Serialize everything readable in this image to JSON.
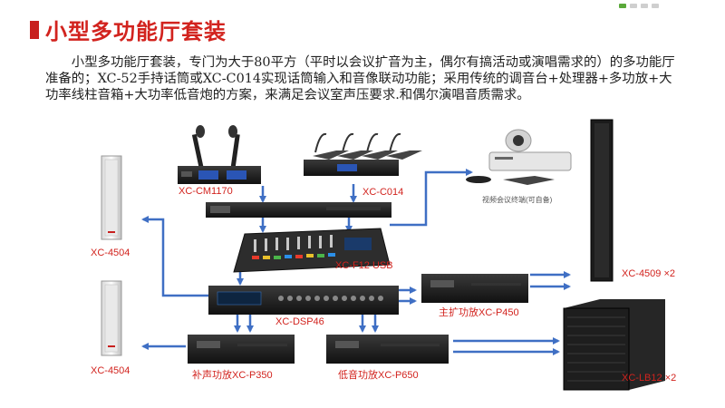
{
  "header": {
    "title": "小型多功能厅套装",
    "description": "小型多功能厅套装，专门为大于80平方（平时以会议扩音为主，偶尔有搞活动或演唱需求的）的多功能厅准备的；XC-52手持话筒或XC-C014实现话筒输入和音像联动功能；采用传统的调音台+处理器+多功放+大功率线柱音箱+大功率低音炮的方案，来满足会议室声压要求.和偶尔演唱音质需求。"
  },
  "devices": {
    "mic_wireless": "XC-CM1170",
    "conference": "XC-C014",
    "mixer": "XC-F12 USB",
    "dsp": "XC-DSP46",
    "video": "视频会议终端(可自备)",
    "main_amp": "主扩功放XC-P450",
    "fill_amp": "补声功放XC-P350",
    "bass_amp": "低音功放XC-P650",
    "spk_left_top": "XC-4504",
    "spk_left_bottom": "XC-4504",
    "spk_right_column": "XC-4509 ×2",
    "sub": "XC-LB12 ×2"
  },
  "colors": {
    "title_red": "#d2231e",
    "arrow_blue": "#3f6fc4",
    "device_black": "#1c1c1c"
  }
}
